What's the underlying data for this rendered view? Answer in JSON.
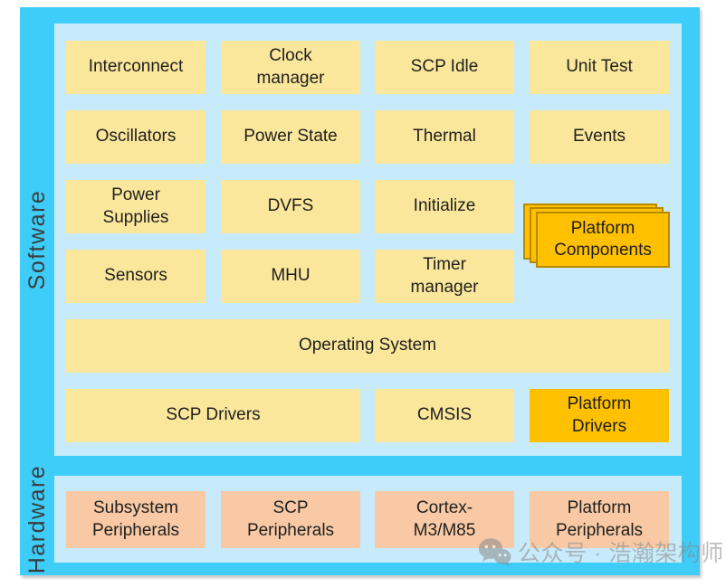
{
  "diagram": {
    "type": "block-architecture-diagram",
    "colors": {
      "frame_cyan": "#3ECDF8",
      "panel_blue": "#C8EBFB",
      "module_yellow": "#FBE79B",
      "module_gold": "#FFC000",
      "gold_border": "#B98A00",
      "module_salmon": "#F8C9A4",
      "text": "#1F1F1F"
    },
    "software": {
      "label": "Software",
      "modules": [
        {
          "label": "Interconnect"
        },
        {
          "label": "Clock\nmanager"
        },
        {
          "label": "SCP Idle"
        },
        {
          "label": "Unit Test"
        },
        {
          "label": "Oscillators"
        },
        {
          "label": "Power State"
        },
        {
          "label": "Thermal"
        },
        {
          "label": "Events"
        },
        {
          "label": "Power\nSupplies"
        },
        {
          "label": "DVFS"
        },
        {
          "label": "Initialize"
        },
        {
          "label": "Sensors"
        },
        {
          "label": "MHU"
        },
        {
          "label": "Timer\nmanager"
        },
        {
          "label": "Platform\nComponents"
        },
        {
          "label": "Operating System"
        },
        {
          "label": "SCP Drivers"
        },
        {
          "label": "CMSIS"
        },
        {
          "label": "Platform\nDrivers"
        }
      ]
    },
    "hardware": {
      "label": "Hardware",
      "modules": [
        {
          "label": "Subsystem\nPeripherals"
        },
        {
          "label": "SCP\nPeripherals"
        },
        {
          "label": "Cortex-\nM3/M85"
        },
        {
          "label": "Platform\nPeripherals"
        }
      ]
    }
  },
  "watermark": {
    "icon": "wechat-icon",
    "text": "公众号 · 浩瀚架构师"
  }
}
